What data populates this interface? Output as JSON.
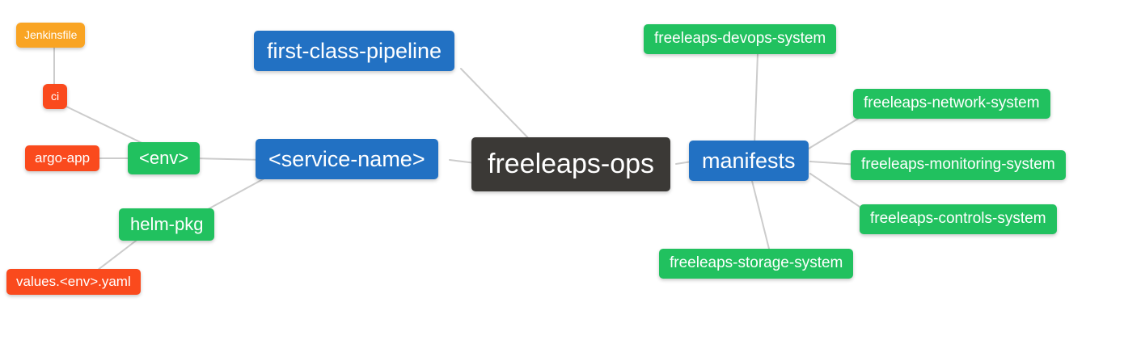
{
  "diagram": {
    "type": "mindmap",
    "title": "freeleaps-ops",
    "background": "#ffffff",
    "line_color": "#cccccc"
  },
  "palette": {
    "root_dark": "#3B3936",
    "branch_blue": "#2271C3",
    "leaf_green": "#21C15F",
    "leaf_red": "#FA4A1D",
    "leaf_orange": "#F9A423",
    "text": "#ffffff"
  },
  "nodes": {
    "freeleaps_ops": {
      "label": "freeleaps-ops",
      "color": "#3B3936",
      "depth": 0
    },
    "first_class_pipeline": {
      "label": "first-class-pipeline",
      "color": "#2271C3",
      "depth": 1
    },
    "service_name": {
      "label": "<service-name>",
      "color": "#2271C3",
      "depth": 1
    },
    "manifests": {
      "label": "manifests",
      "color": "#2271C3",
      "depth": 1
    },
    "env": {
      "label": "<env>",
      "color": "#21C15F",
      "depth": 2
    },
    "helm_pkg": {
      "label": "helm-pkg",
      "color": "#21C15F",
      "depth": 2
    },
    "ci": {
      "label": "ci",
      "color": "#FA4A1D",
      "depth": 3
    },
    "argo_app": {
      "label": "argo-app",
      "color": "#FA4A1D",
      "depth": 3
    },
    "values_env_yaml": {
      "label": "values.<env>.yaml",
      "color": "#FA4A1D",
      "depth": 3
    },
    "jenkinsfile": {
      "label": "Jenkinsfile",
      "color": "#F9A423",
      "depth": 4
    },
    "devops_system": {
      "label": "freeleaps-devops-system",
      "color": "#21C15F",
      "depth": 2
    },
    "network_system": {
      "label": "freeleaps-network-system",
      "color": "#21C15F",
      "depth": 2
    },
    "monitoring_system": {
      "label": "freeleaps-monitoring-system",
      "color": "#21C15F",
      "depth": 2
    },
    "controls_system": {
      "label": "freeleaps-controls-system",
      "color": "#21C15F",
      "depth": 2
    },
    "storage_system": {
      "label": "freeleaps-storage-system",
      "color": "#21C15F",
      "depth": 2
    }
  },
  "edges": [
    [
      "jenkinsfile",
      "ci"
    ],
    [
      "ci",
      "env"
    ],
    [
      "argo_app",
      "env"
    ],
    [
      "env",
      "service_name"
    ],
    [
      "helm_pkg",
      "service_name"
    ],
    [
      "values_env_yaml",
      "helm_pkg"
    ],
    [
      "first_class_pipeline",
      "freeleaps_ops"
    ],
    [
      "service_name",
      "freeleaps_ops"
    ],
    [
      "freeleaps_ops",
      "manifests"
    ],
    [
      "manifests",
      "devops_system"
    ],
    [
      "manifests",
      "network_system"
    ],
    [
      "manifests",
      "monitoring_system"
    ],
    [
      "manifests",
      "controls_system"
    ],
    [
      "manifests",
      "storage_system"
    ]
  ]
}
